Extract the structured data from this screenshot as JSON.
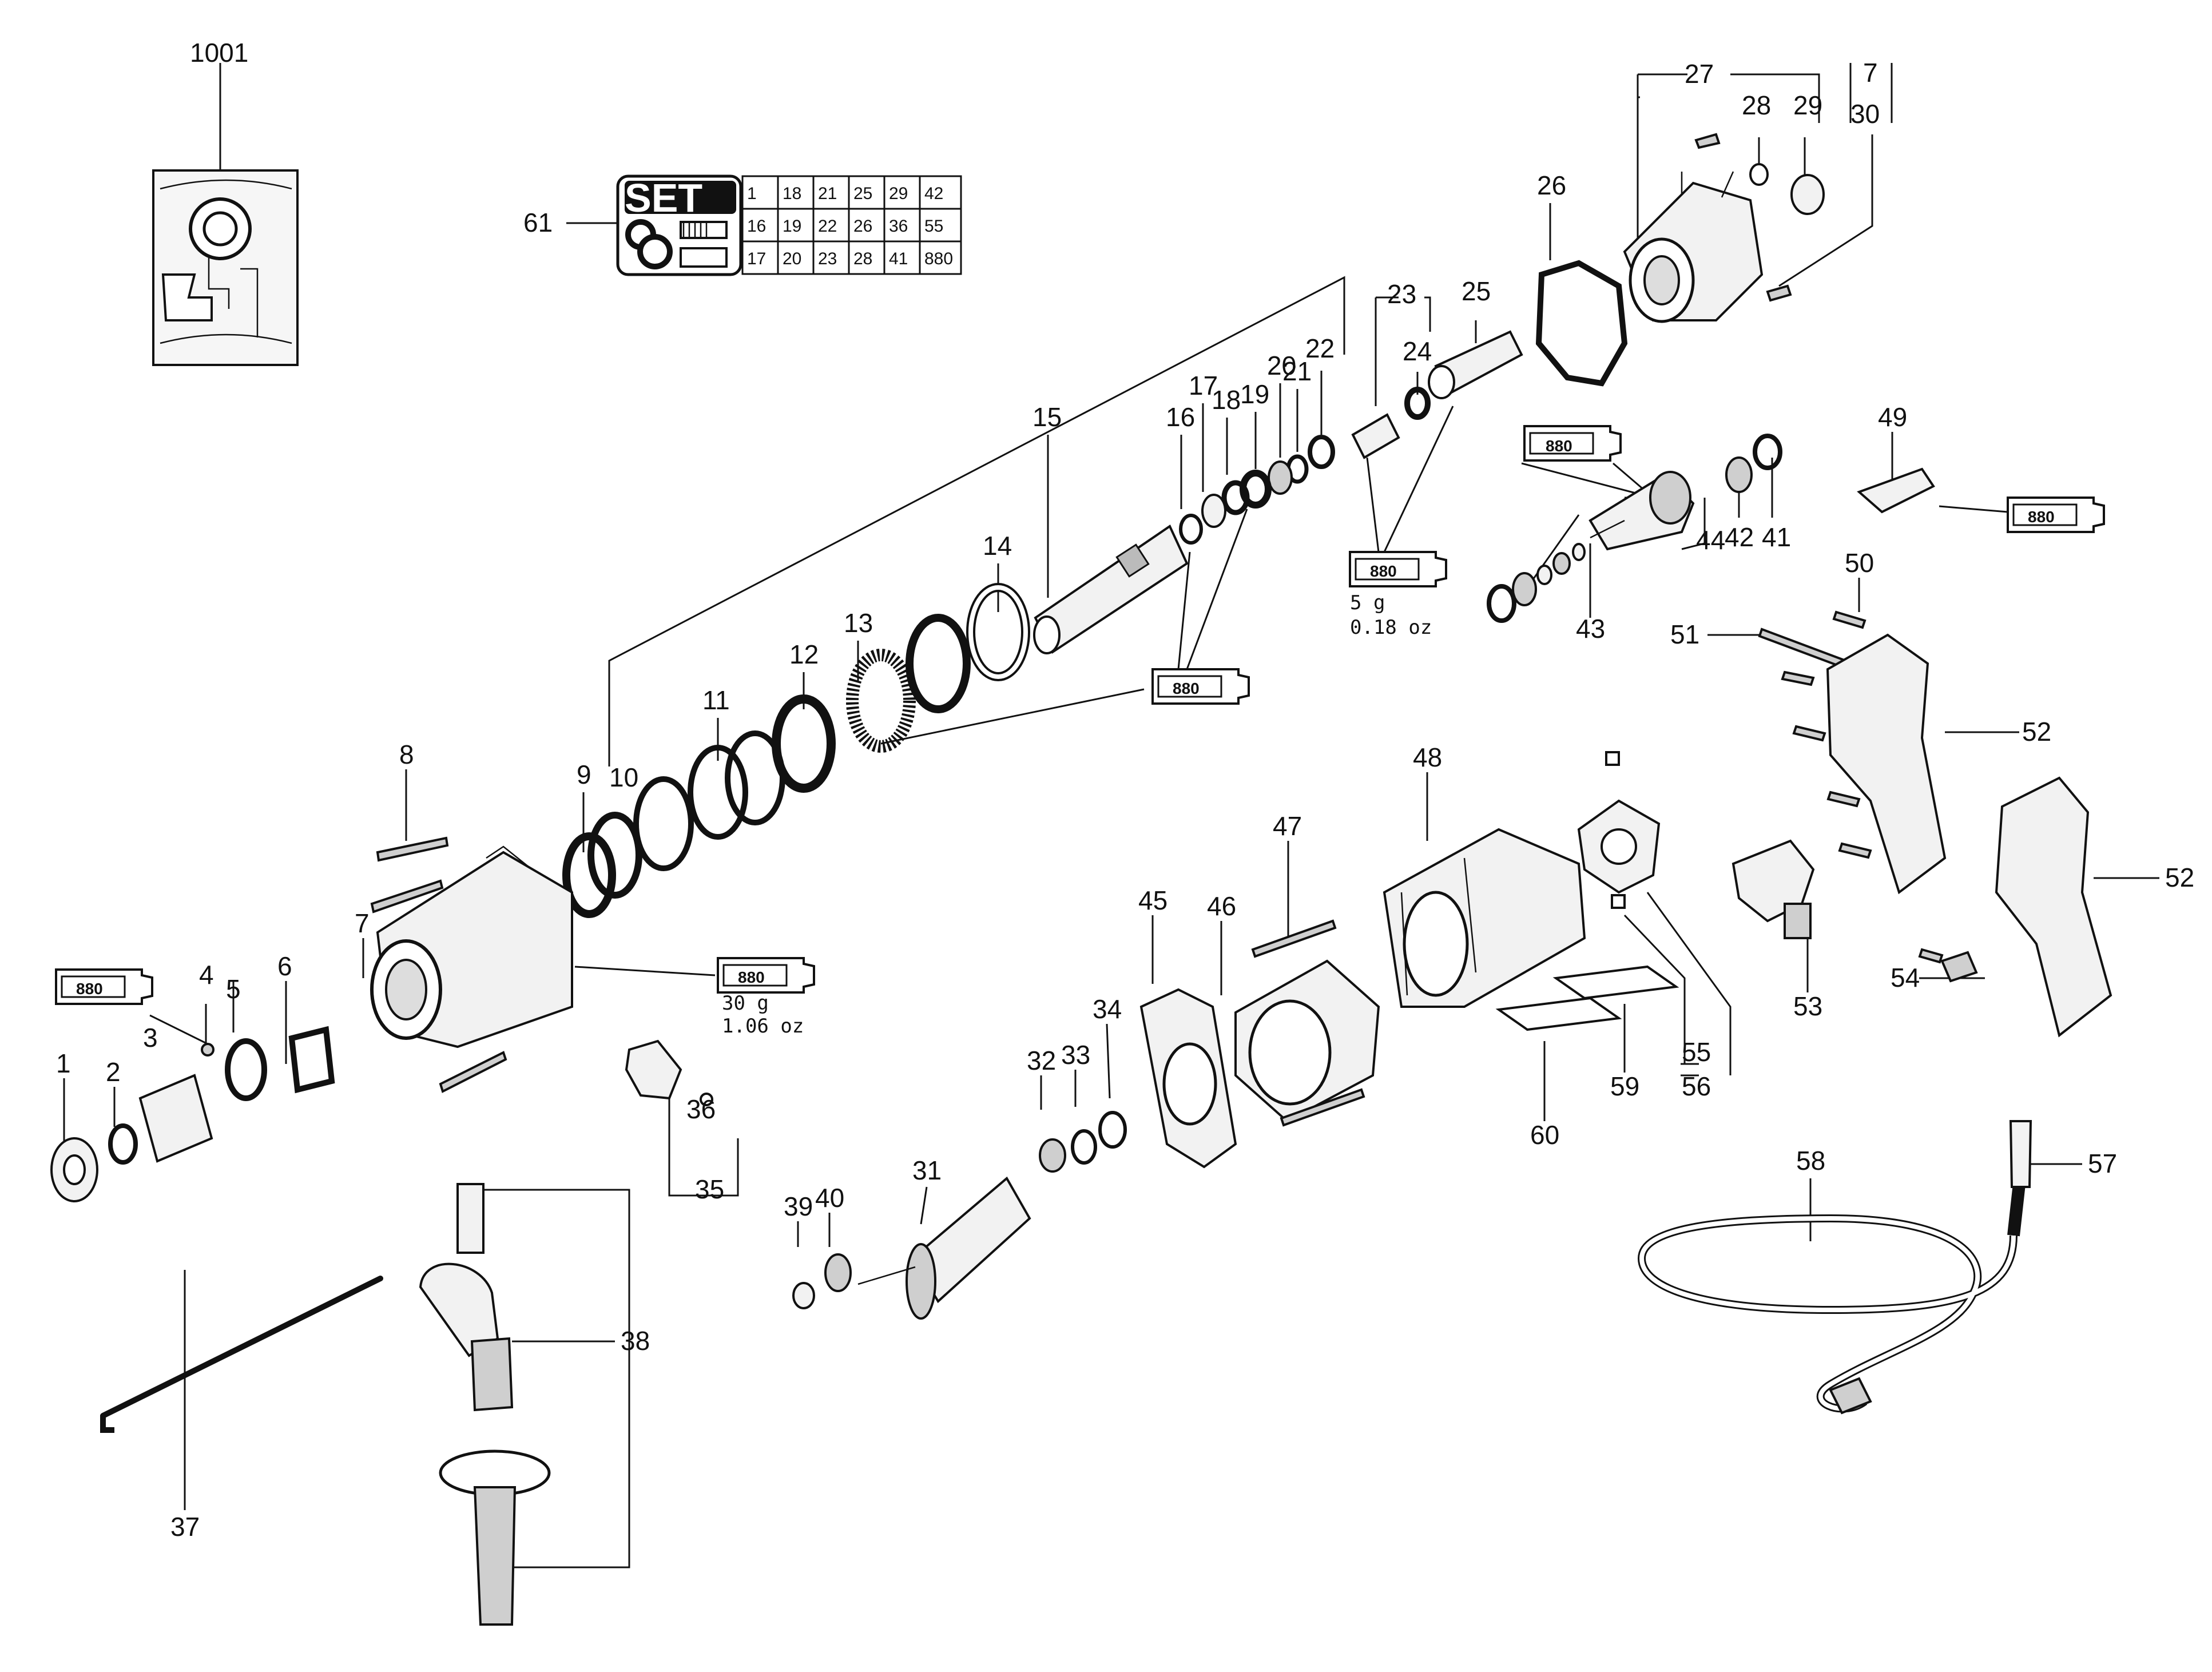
{
  "labels": [
    "1001",
    "61",
    "27",
    "7",
    "30",
    "28",
    "29",
    "26",
    "23",
    "25",
    "24",
    "22",
    "21",
    "20",
    "19",
    "18",
    "17",
    "16",
    "15",
    "14",
    "13",
    "12",
    "11",
    "10",
    "9",
    "8",
    "7",
    "6",
    "5",
    "4",
    "3",
    "2",
    "1",
    "36",
    "35",
    "31",
    "32",
    "33",
    "34",
    "39",
    "40",
    "45",
    "46",
    "47",
    "48",
    "55",
    "56",
    "59",
    "60",
    "41",
    "42",
    "43",
    "44",
    "49",
    "50",
    "51",
    "52",
    "52",
    "53",
    "54",
    "57",
    "58",
    "37",
    "38"
  ],
  "set_table": {
    "title": "SET",
    "rows": [
      [
        "1",
        "18",
        "21",
        "25",
        "29",
        "42"
      ],
      [
        "16",
        "19",
        "22",
        "26",
        "36",
        "55"
      ],
      [
        "17",
        "20",
        "23",
        "28",
        "41",
        "880"
      ]
    ]
  },
  "grease_tube_label": "880",
  "notes": {
    "grease_5g": "5 g",
    "grease_5g_oz": "0.18 oz",
    "grease_30g": "30 g",
    "grease_30g_oz": "1.06 oz"
  },
  "icons": [
    "wiring-diagram-icon",
    "grease-tube-icon",
    "washer-icon",
    "screw-icon",
    "set-icon"
  ]
}
